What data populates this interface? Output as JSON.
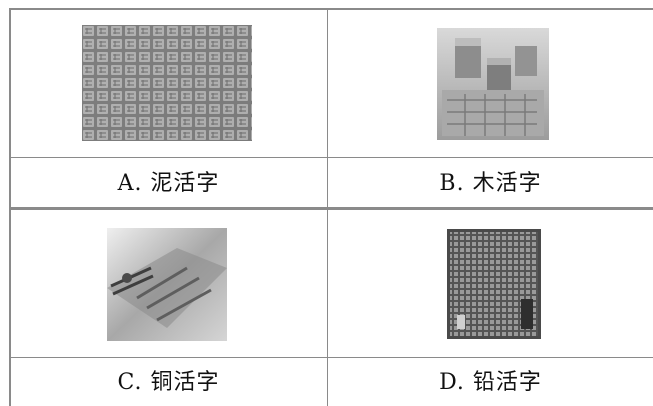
{
  "options": [
    {
      "label": "A.  泥活字",
      "image_icon": "clay-movable-type-photo"
    },
    {
      "label": "B.  木活字",
      "image_icon": "wooden-movable-type-photo"
    },
    {
      "label": "C.  铜活字",
      "image_icon": "copper-movable-type-photo"
    },
    {
      "label": "D.  铅活字",
      "image_icon": "lead-movable-type-photo"
    }
  ],
  "colors": {
    "border": "#8a8a8a",
    "text": "#111111",
    "background": "#ffffff"
  }
}
